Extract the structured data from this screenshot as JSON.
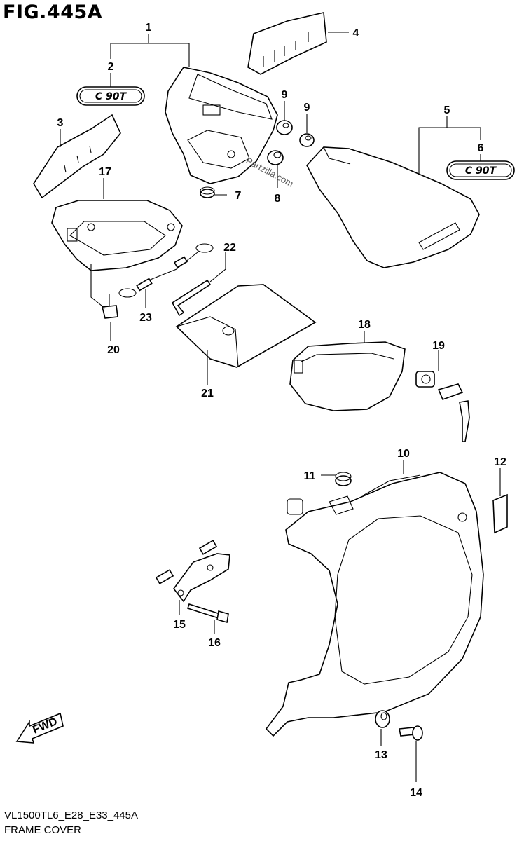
{
  "figure": {
    "title": "FIG.445A"
  },
  "footer": {
    "model_code": "VL1500TL6_E28_E33_445A",
    "section": "FRAME COVER"
  },
  "watermark": "Partzilla.com",
  "badge_text": "C 90T",
  "direction_label": "FWD",
  "callouts": [
    {
      "id": "c1",
      "text": "1"
    },
    {
      "id": "c2",
      "text": "2"
    },
    {
      "id": "c3",
      "text": "3"
    },
    {
      "id": "c4",
      "text": "4"
    },
    {
      "id": "c5",
      "text": "5"
    },
    {
      "id": "c6",
      "text": "6"
    },
    {
      "id": "c7",
      "text": "7"
    },
    {
      "id": "c8",
      "text": "8"
    },
    {
      "id": "c9a",
      "text": "9"
    },
    {
      "id": "c9b",
      "text": "9"
    },
    {
      "id": "c10",
      "text": "10"
    },
    {
      "id": "c11",
      "text": "11"
    },
    {
      "id": "c12",
      "text": "12"
    },
    {
      "id": "c13",
      "text": "13"
    },
    {
      "id": "c14",
      "text": "14"
    },
    {
      "id": "c15",
      "text": "15"
    },
    {
      "id": "c16",
      "text": "16"
    },
    {
      "id": "c17",
      "text": "17"
    },
    {
      "id": "c18",
      "text": "18"
    },
    {
      "id": "c19",
      "text": "19"
    },
    {
      "id": "c20",
      "text": "20"
    },
    {
      "id": "c21",
      "text": "21"
    },
    {
      "id": "c22",
      "text": "22"
    },
    {
      "id": "c23",
      "text": "23"
    }
  ]
}
